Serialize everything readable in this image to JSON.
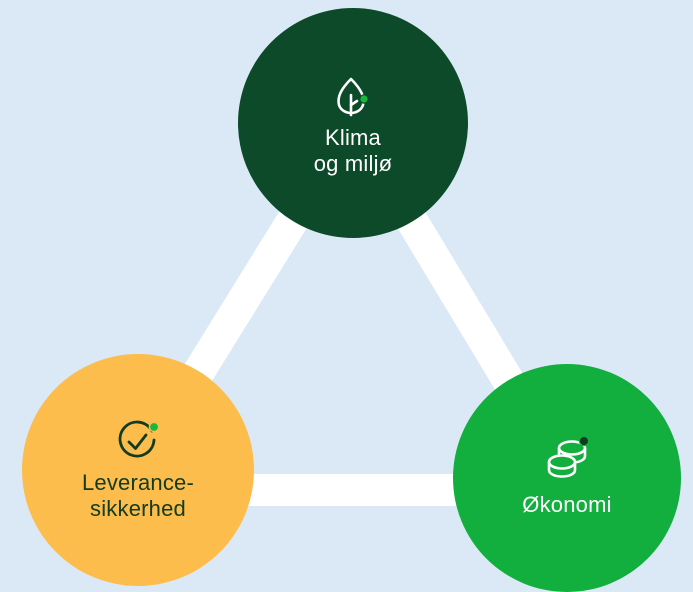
{
  "colors": {
    "background": "#dbe9f7",
    "connector": "#ffffff",
    "accent_dot": "#18b83a",
    "accent_dot_dark": "#0d3d1e"
  },
  "nodes": {
    "top": {
      "lines": [
        "Klima",
        "og miljø"
      ],
      "icon": "leaf-icon",
      "fill": "#0c4a2a",
      "text_color": "#ffffff"
    },
    "left": {
      "lines": [
        "Leverance-",
        "sikkerhed"
      ],
      "icon": "check-circle-icon",
      "fill": "#fcbd4c",
      "text_color": "#123b20"
    },
    "right": {
      "lines": [
        "Økonomi"
      ],
      "icon": "coins-icon",
      "fill": "#12ae3e",
      "text_color": "#ffffff"
    }
  }
}
